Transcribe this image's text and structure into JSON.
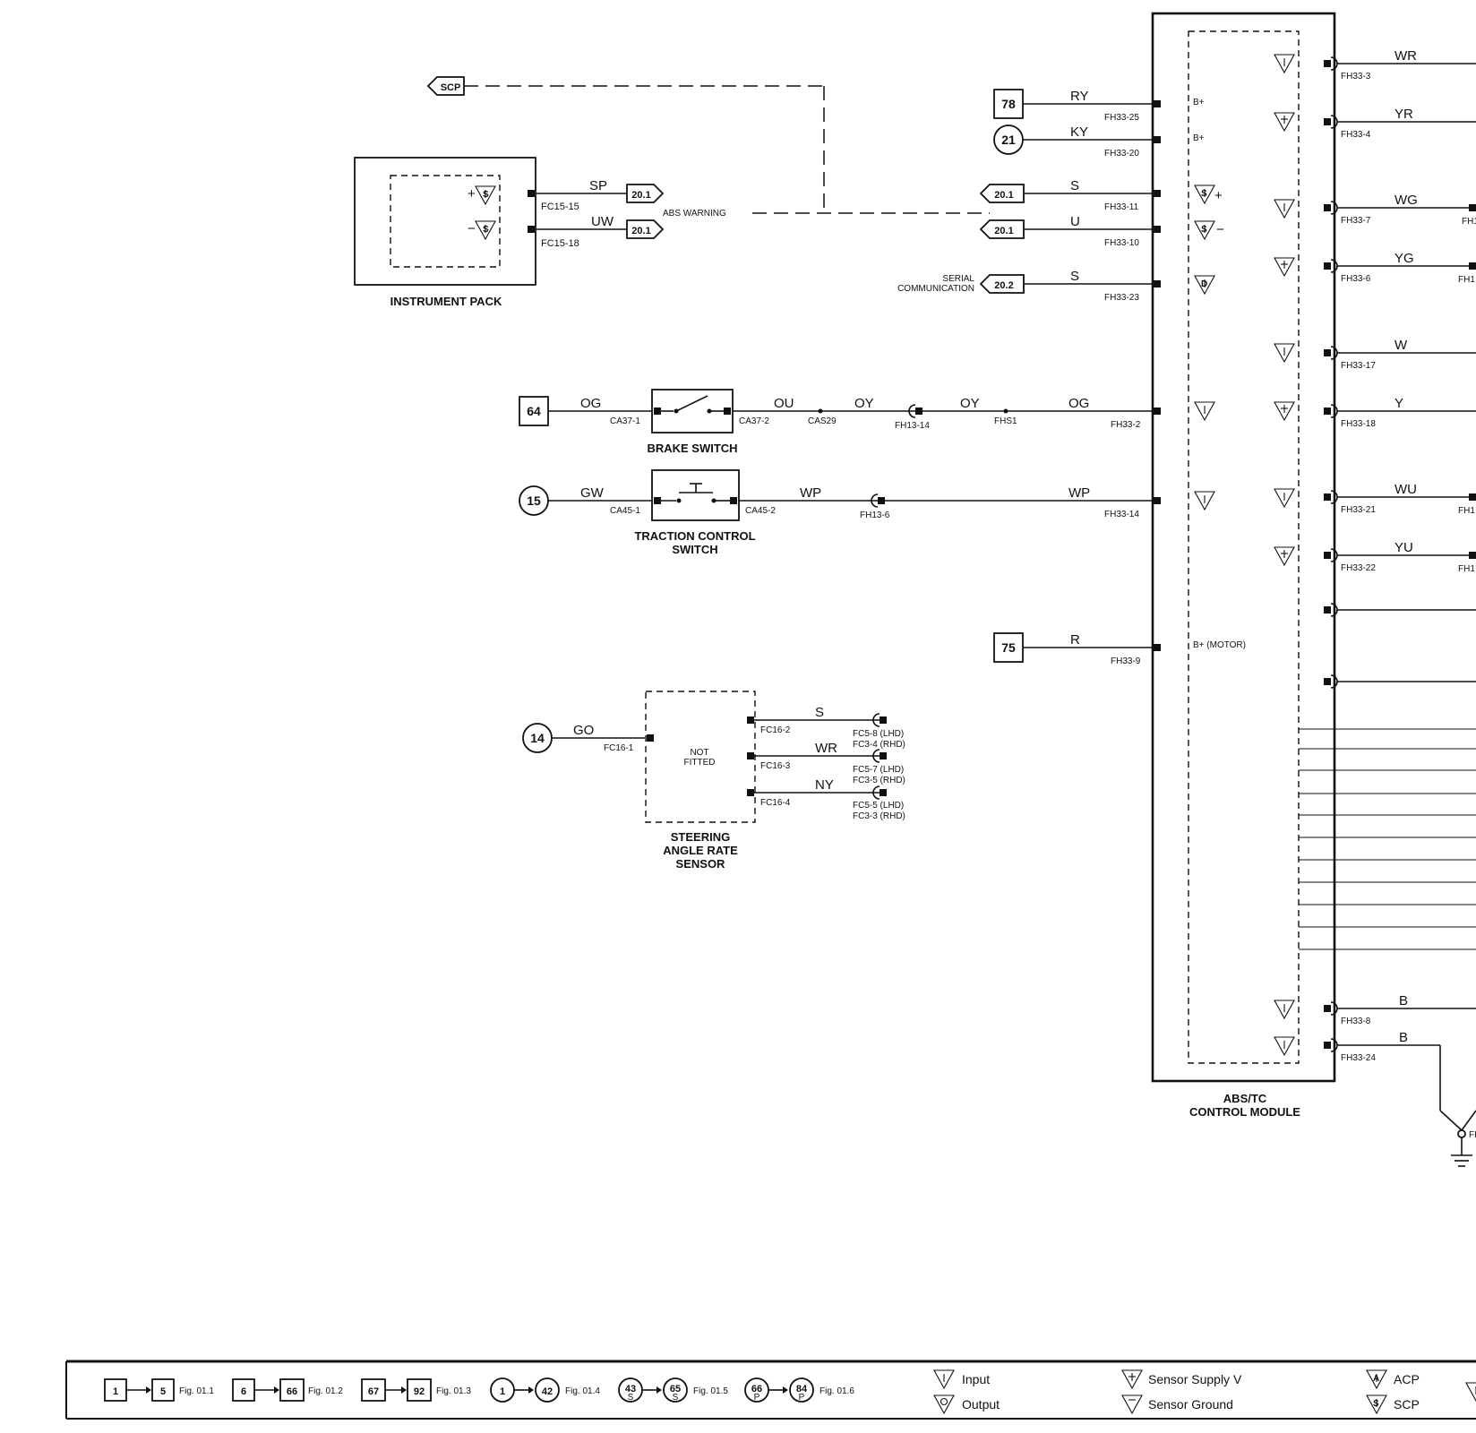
{
  "components": {
    "instrument_pack": "INSTRUMENT PACK",
    "brake_switch": "BRAKE SWITCH",
    "traction_switch_1": "TRACTION CONTROL",
    "traction_switch_2": "SWITCH",
    "sensor_1": "STEERING",
    "sensor_2": "ANGLE RATE",
    "sensor_3": "SENSOR",
    "not_fitted_1": "NOT",
    "not_fitted_2": "FITTED",
    "module_1": "ABS/TC",
    "module_2": "CONTROL MODULE"
  },
  "refs": {
    "scp": "SCP",
    "r78": "78",
    "r21": "21",
    "r201a": "20.1",
    "r201b": "20.1",
    "r202": "20.2",
    "ip1": "20.1",
    "ip2": "20.1",
    "r64": "64",
    "r15": "15",
    "r75": "75",
    "r14": "14"
  },
  "notes": {
    "abs_warning": "ABS WARNING",
    "serial_1": "SERIAL",
    "serial_2": "COMMUNICATION",
    "b_plus_1": "B+",
    "b_plus_2": "B+",
    "b_plus_motor": "B+ (MOTOR)"
  },
  "wires": {
    "ip_sp": "SP",
    "ip_uw": "UW",
    "ry": "RY",
    "ky": "KY",
    "s1": "S",
    "u": "U",
    "s2": "S",
    "brk_og1": "OG",
    "brk_ou": "OU",
    "brk_oy1": "OY",
    "brk_oy2": "OY",
    "brk_og2": "OG",
    "tc_gw": "GW",
    "tc_wp1": "WP",
    "tc_wp2": "WP",
    "r": "R",
    "sa_go": "GO",
    "sa_s": "S",
    "sa_wr": "WR",
    "sa_ny": "NY",
    "rt_wr": "WR",
    "rt_yr": "YR",
    "rt_wg": "WG",
    "rt_yg": "YG",
    "rt_w": "W",
    "rt_y": "Y",
    "rt_wu": "WU",
    "rt_yu": "YU",
    "rt_b1": "B",
    "rt_b2": "B"
  },
  "pins": {
    "fc15_15": "FC15-15",
    "fc15_18": "FC15-18",
    "fh33_25": "FH33-25",
    "fh33_20": "FH33-20",
    "fh33_11": "FH33-11",
    "fh33_10": "FH33-10",
    "fh33_23": "FH33-23",
    "ca37_1": "CA37-1",
    "ca37_2": "CA37-2",
    "cas29": "CAS29",
    "fh13_14": "FH13-14",
    "fhs1": "FHS1",
    "fh33_2": "FH33-2",
    "ca45_1": "CA45-1",
    "ca45_2": "CA45-2",
    "fh13_6": "FH13-6",
    "fh33_14": "FH33-14",
    "fh33_9": "FH33-9",
    "fc16_1": "FC16-1",
    "fc16_2": "FC16-2",
    "fc16_3": "FC16-3",
    "fc16_4": "FC16-4",
    "fc5_8": "FC5-8 (LHD)",
    "fc3_4": "FC3-4 (RHD)",
    "fc5_7": "FC5-7 (LHD)",
    "fc3_5": "FC3-5 (RHD)",
    "fc5_5": "FC5-5 (LHD)",
    "fc3_3": "FC3-3 (RHD)",
    "fh33_3": "FH33-3",
    "fh33_4": "FH33-4",
    "fh33_7": "FH33-7",
    "fh33_6": "FH33-6",
    "fh33_17": "FH33-17",
    "fh33_18": "FH33-18",
    "fh33_21": "FH33-21",
    "fh33_22": "FH33-22",
    "fh33_8": "FH33-8",
    "fh33_24": "FH33-24",
    "cut1": "FH1",
    "cut2": "FH1",
    "cut3": "FH1",
    "cut4": "FH1",
    "cut5": "FH"
  },
  "legend": {
    "l1a": "1",
    "l1b": "5",
    "fig1": "Fig. 01.1",
    "l2a": "6",
    "l2b": "66",
    "fig2": "Fig. 01.2",
    "l3a": "67",
    "l3b": "92",
    "fig3": "Fig. 01.3",
    "l4a": "1",
    "l4b": "42",
    "fig4": "Fig. 01.4",
    "l5a": "43",
    "l5b": "65",
    "l5s": "S",
    "fig5": "Fig. 01.5",
    "l6a": "66",
    "l6b": "84",
    "l6s": "P",
    "fig6": "Fig. 01.6",
    "input": "Input",
    "output": "Output",
    "sensor_supply": "Sensor Supply V",
    "sensor_ground": "Sensor Ground",
    "acp": "ACP",
    "scp": "SCP"
  }
}
